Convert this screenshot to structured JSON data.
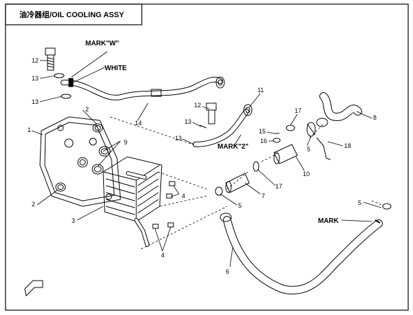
{
  "diagram": {
    "title": "油冷器组/OIL COOLING ASSY",
    "marks": {
      "mark_w": "MARK\"W\"",
      "white": "WHITE",
      "mark_2": "MARK\"2\"",
      "mark": "MARK"
    },
    "callouts": {
      "c1": "1",
      "c2a": "2",
      "c2b": "2",
      "c3": "3",
      "c4a": "4",
      "c4b": "4",
      "c5a": "5",
      "c5b": "5",
      "c5c": "5",
      "c6": "6",
      "c8": "8",
      "c9": "9",
      "c10": "10",
      "c11": "11",
      "c12a": "12",
      "c12b": "12",
      "c13a": "13",
      "c13b": "13",
      "c13c": "13",
      "c13d": "13",
      "c14": "14",
      "c15": "15",
      "c16": "16",
      "c17a": "17",
      "c17b": "17",
      "c18": "18",
      "c7": "7"
    }
  }
}
